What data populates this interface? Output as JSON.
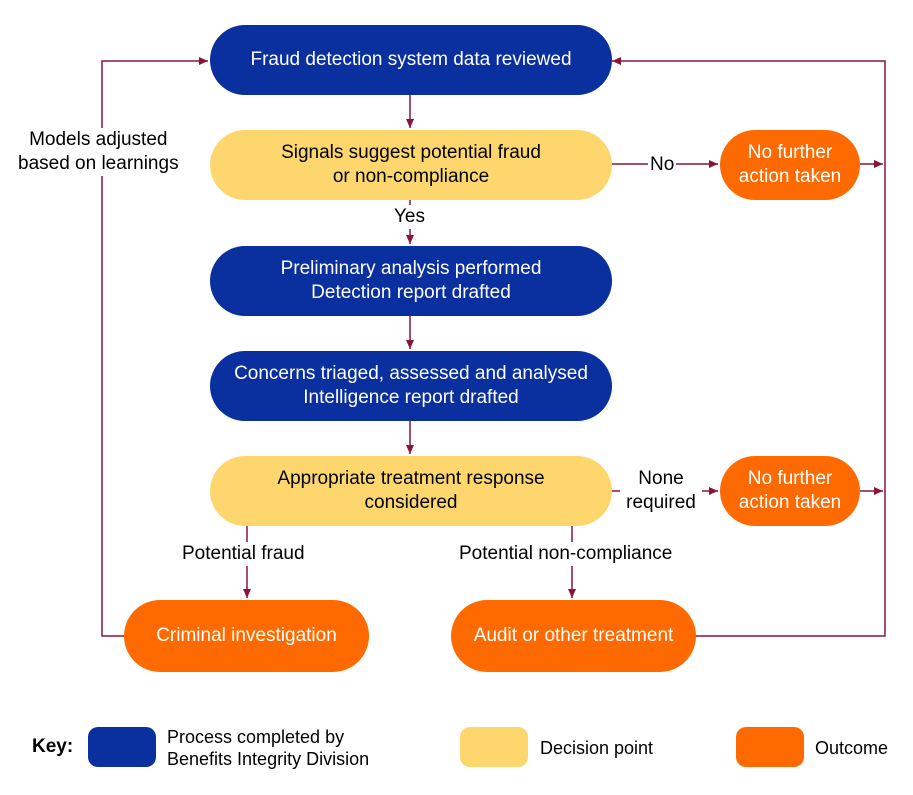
{
  "colors": {
    "process": "#0a2f9e",
    "decision": "#fdd66e",
    "outcome": "#ff6a00",
    "connector": "#8b1538"
  },
  "nodes": {
    "review": [
      "Fraud detection system data reviewed"
    ],
    "signals": [
      "Signals suggest potential fraud",
      "or non-compliance"
    ],
    "no_action_1": [
      "No further",
      "action taken"
    ],
    "preliminary": [
      "Preliminary analysis performed",
      "Detection report drafted"
    ],
    "concerns": [
      "Concerns triaged, assessed and analysed",
      "Intelligence report drafted"
    ],
    "treatment": [
      "Appropriate treatment response",
      "considered"
    ],
    "no_action_2": [
      "No further",
      "action taken"
    ],
    "criminal": [
      "Criminal investigation"
    ],
    "audit": [
      "Audit or other treatment"
    ]
  },
  "edge_labels": {
    "feedback": [
      "Models adjusted",
      "based on learnings"
    ],
    "no": "No",
    "yes": "Yes",
    "none_required": [
      "None",
      "required"
    ],
    "potential_fraud": "Potential fraud",
    "potential_non_compliance": "Potential non-compliance"
  },
  "key": {
    "title": "Key:",
    "process": [
      "Process completed by",
      "Benefits Integrity Division"
    ],
    "decision": "Decision point",
    "outcome": "Outcome"
  }
}
